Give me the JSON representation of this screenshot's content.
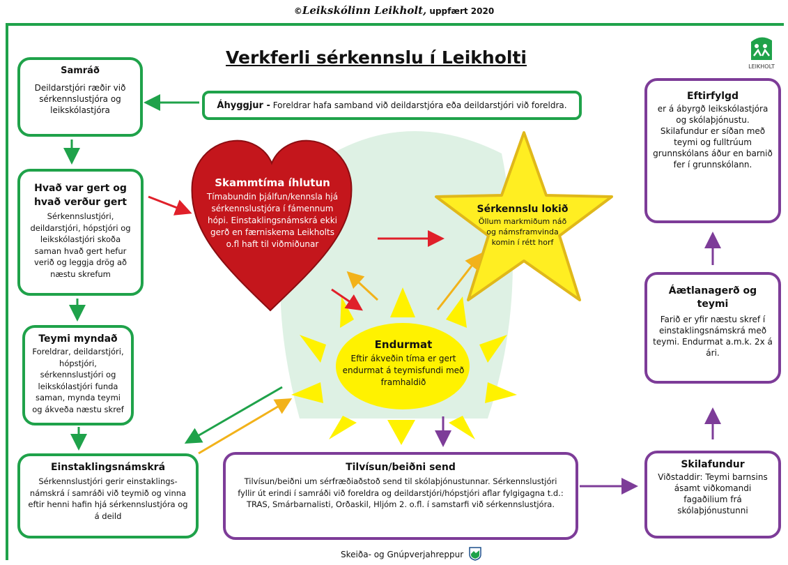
{
  "header": {
    "copyright_symbol": "©",
    "brand": "Leikskólinn Leikholt,",
    "updated": "uppfært 2020"
  },
  "title": "Verkferli sérkennslu í Leikholti",
  "logo": {
    "icon": "leikholt-logo-icon",
    "text": "LEIKHOLT"
  },
  "concern": {
    "label": "Áhyggjur -",
    "text": "Foreldrar hafa samband við deildarstjóra eða deildarstjóri við foreldra."
  },
  "samrad": {
    "heading": "Samráð",
    "text": "Deildarstjóri ræðir við sérkennslustjóra og leikskólastjóra"
  },
  "hvad": {
    "heading": "Hvað var gert og hvað verður gert",
    "text": "Sérkennslustjóri, deildarstjóri, hópstjóri og leikskólastjóri skoða saman hvað gert hefur verið og leggja drög að næstu skrefum"
  },
  "teymi": {
    "heading": "Teymi myndað",
    "text": "Foreldrar, deildarstjóri, hópstjóri, sérkennslustjóri og leikskólastjóri funda saman, mynda teymi og ákveða næstu skref"
  },
  "einstaklings": {
    "heading": "Einstaklingsnámskrá",
    "text": "Sérkennslustjóri gerir einstaklings-námskrá í samráði við teymið og vinna eftir henni hafin hjá sérkennslustjóra og á deild"
  },
  "heart": {
    "heading": "Skammtíma íhlutun",
    "text": "Tímabundin þjálfun/kennsla hjá sérkennslustjóra í fámennum hópi. Einstaklingsnámskrá ekki gerð en færniskema Leikholts o.fl haft til viðmiðunar"
  },
  "star": {
    "heading": "Sérkennslu lokið",
    "text": "Öllum markmiðum náð og námsframvinda komin í rétt horf"
  },
  "sun": {
    "heading": "Endurmat",
    "text": "Eftir ákveðin tíma er gert endurmat á teymisfundi með framhaldið"
  },
  "tilvisun": {
    "heading": "Tilvísun/beiðni send",
    "text": "Tilvísun/beiðni um sérfræðiaðstoð send til skólaþjónustunnar. Sérkennslustjóri fyllir út erindi í samráði við foreldra og deildarstjóri/hópstjóri aflar fylgigagna t.d.: TRAS, Smárbarnalisti, Orðaskil, Hljóm 2. o.fl. í samstarfi við sérkennslustjóra."
  },
  "skilafundur": {
    "heading": "Skilafundur",
    "text": "Viðstaddir: Teymi barnsins ásamt viðkomandi fagaðilium frá skólaþjónustunni"
  },
  "aaetlun": {
    "heading": "Áætlanagerð og teymi",
    "text": "Farið er yfir næstu skref í einstaklingsnámskrá með teymi. Endurmat a.m.k. 2x á ári."
  },
  "eftirfylgd": {
    "heading": "Eftirfylgd",
    "text": "er á ábyrgð leikskólastjóra og skólaþjónustu. Skilafundur er síðan með teymi og fulltrúum grunnskólans áður en barnið fer í grunnskólann."
  },
  "footer": {
    "text": "Skeiða- og Gnúpverjahreppur",
    "icon": "municipal-crest-icon"
  },
  "colors": {
    "green": "#1fa24a",
    "purple": "#7d3c98",
    "heart": "#c4161c",
    "star": "#ffee22",
    "sun": "#fff200",
    "red_arrow": "#e0202a",
    "yellow_arrow": "#f2b21a"
  }
}
